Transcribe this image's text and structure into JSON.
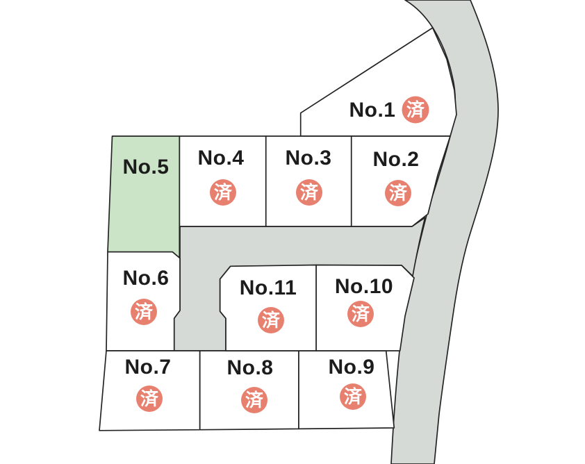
{
  "map": {
    "sold_badge_text": "済",
    "lots": [
      {
        "id": "no1",
        "label": "No.1",
        "sold": true,
        "available": false
      },
      {
        "id": "no2",
        "label": "No.2",
        "sold": true,
        "available": false
      },
      {
        "id": "no3",
        "label": "No.3",
        "sold": true,
        "available": false
      },
      {
        "id": "no4",
        "label": "No.4",
        "sold": true,
        "available": false
      },
      {
        "id": "no5",
        "label": "No.5",
        "sold": false,
        "available": true
      },
      {
        "id": "no6",
        "label": "No.6",
        "sold": true,
        "available": false
      },
      {
        "id": "no7",
        "label": "No.7",
        "sold": true,
        "available": false
      },
      {
        "id": "no8",
        "label": "No.8",
        "sold": true,
        "available": false
      },
      {
        "id": "no9",
        "label": "No.9",
        "sold": true,
        "available": false
      },
      {
        "id": "no10",
        "label": "No.10",
        "sold": true,
        "available": false
      },
      {
        "id": "no11",
        "label": "No.11",
        "sold": true,
        "available": false
      }
    ]
  },
  "colors": {
    "lot_default": "#ffffff",
    "lot_available": "#cbe3c6",
    "road": "#d5dad7",
    "outline": "#242424",
    "label_text": "#1c1c1c",
    "sold_badge": "#e8806f",
    "sold_badge_text": "#ffffff"
  }
}
